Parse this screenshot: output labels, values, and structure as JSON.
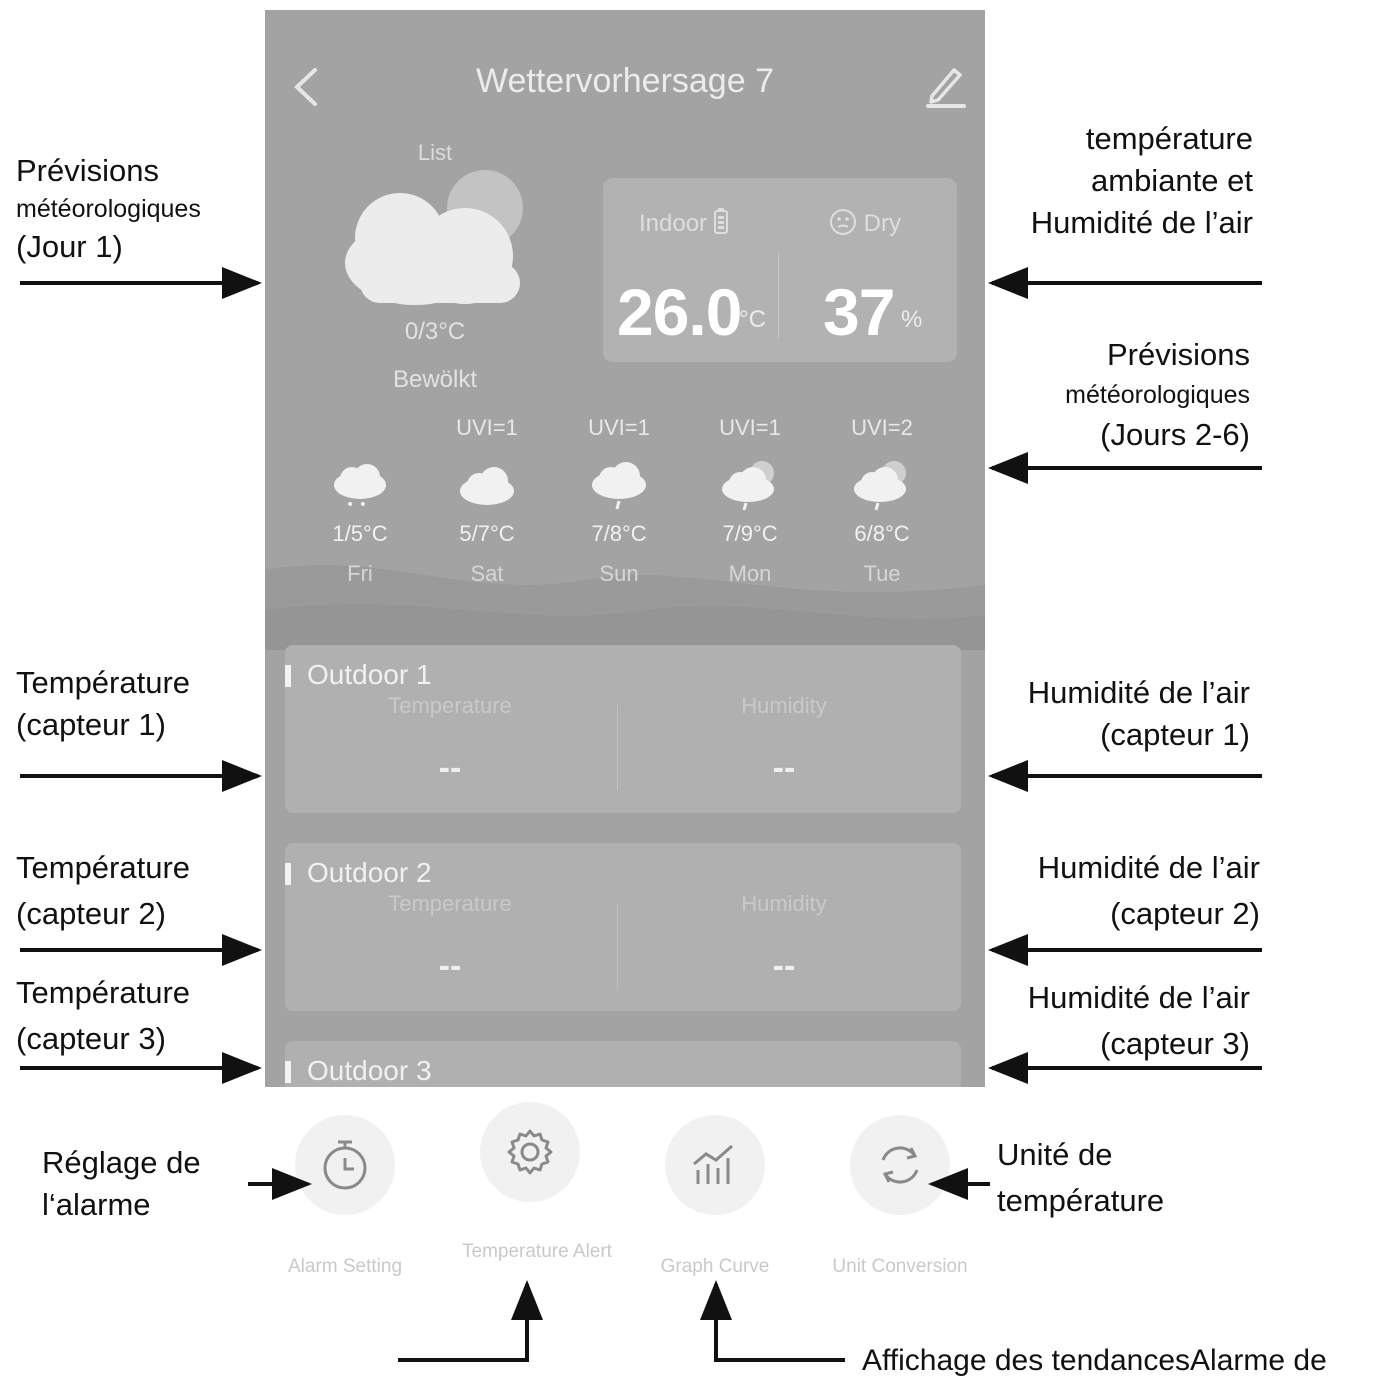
{
  "screen": {
    "title": "Wettervorhersage 7",
    "icons": {
      "back": "chevron-left-icon",
      "edit": "pencil-icon"
    }
  },
  "day1": {
    "label": "List",
    "temp": "0/3°C",
    "condition": "Bewölkt",
    "icon": "cloudy-icon"
  },
  "indoor": {
    "label": "Indoor",
    "label_icon": "battery-icon",
    "comfort_label": "Dry",
    "comfort_icon": "face-icon",
    "temperature": "26.0",
    "temperature_unit": "°C",
    "humidity": "37",
    "humidity_unit": "%"
  },
  "forecast": [
    {
      "uvi": "",
      "temp": "1/5°C",
      "day": "Fri",
      "icon": "snow-cloud-icon"
    },
    {
      "uvi": "UVI=1",
      "temp": "5/7°C",
      "day": "Sat",
      "icon": "cloud-icon"
    },
    {
      "uvi": "UVI=1",
      "temp": "7/8°C",
      "day": "Sun",
      "icon": "rain-cloud-icon"
    },
    {
      "uvi": "UVI=1",
      "temp": "7/9°C",
      "day": "Mon",
      "icon": "partly-cloudy-rain-icon"
    },
    {
      "uvi": "UVI=2",
      "temp": "6/8°C",
      "day": "Tue",
      "icon": "partly-cloudy-rain-icon"
    }
  ],
  "sensors": [
    {
      "name": "Outdoor 1",
      "temp_label": "Temperature",
      "hum_label": "Humidity",
      "temp": "--",
      "hum": "--"
    },
    {
      "name": "Outdoor 2",
      "temp_label": "Temperature",
      "hum_label": "Humidity",
      "temp": "--",
      "hum": "--"
    },
    {
      "name": "Outdoor 3"
    }
  ],
  "nav": [
    {
      "label": "Alarm Setting",
      "icon": "stopwatch-icon"
    },
    {
      "label": "Temperature Alert",
      "icon": "gear-icon"
    },
    {
      "label": "Graph Curve",
      "icon": "chart-icon"
    },
    {
      "label": "Unit Conversion",
      "icon": "refresh-icon"
    }
  ],
  "annotations": {
    "day1": {
      "line1": "Prévisions",
      "line2": "météorologiques",
      "line3": "(Jour 1)"
    },
    "indoor": {
      "line1": "température",
      "line2": "ambiante et",
      "line3": "Humidité de l’air"
    },
    "days26": {
      "line1": "Prévisions",
      "line2": "météorologiques",
      "line3": "(Jours 2-6)"
    },
    "temp1": {
      "line1": "Température",
      "line2": "(capteur 1)"
    },
    "hum1": {
      "line1": "Humidité de l’air",
      "line2": "(capteur 1)"
    },
    "temp2": {
      "line1": "Température",
      "line2": "(capteur 2)"
    },
    "hum2": {
      "line1": "Humidité de l’air",
      "line2": "(capteur 2)"
    },
    "temp3": {
      "line1": "Température",
      "line2": "(capteur 3)"
    },
    "hum3": {
      "line1": "Humidité de l’air",
      "line2": "(capteur 3)"
    },
    "alarm": {
      "line1": "Réglage de",
      "line2": "l‘alarme"
    },
    "unit": {
      "line1": "Unité de",
      "line2": "température"
    },
    "bottom": "Affichage des tendancesAlarme de"
  }
}
